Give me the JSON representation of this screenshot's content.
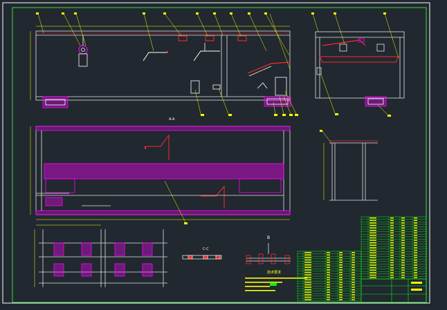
{
  "drawing": {
    "background": "#212830",
    "colors": {
      "frame": "#ffffff",
      "border": "#3ddc3d",
      "line": "#e6e6e6",
      "magenta": "#ff00ff",
      "red": "#ff2a2a",
      "yellow": "#ffff00",
      "green": "#00ff00",
      "cyan": "#00e5ff"
    },
    "views": {
      "elevation_label": "A-A",
      "section_label": "C-C",
      "detail_label": "B"
    },
    "notes_title": "技术要求"
  }
}
